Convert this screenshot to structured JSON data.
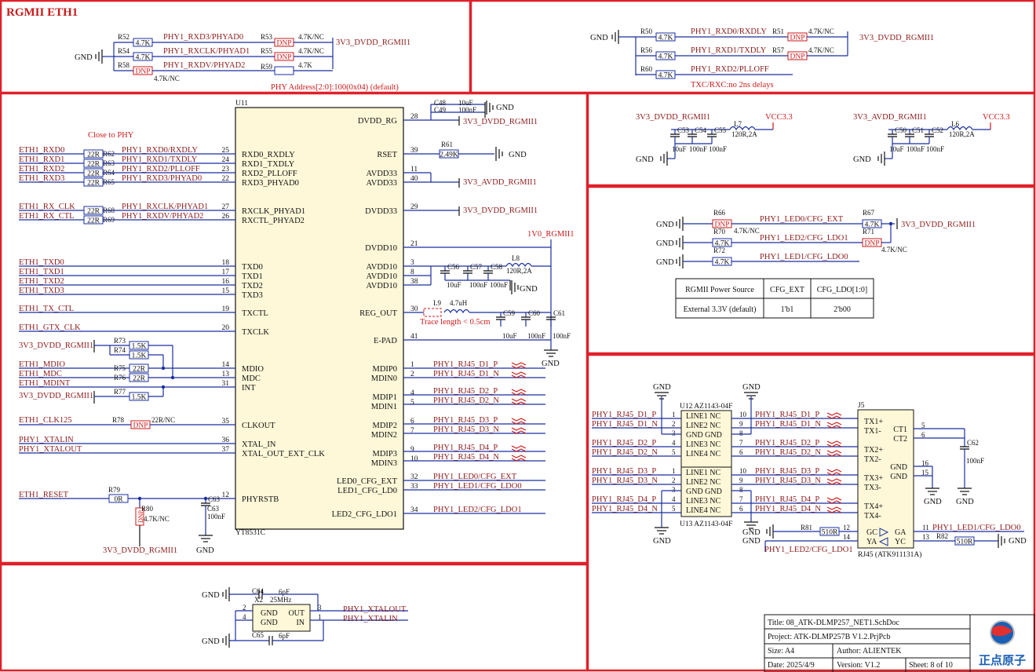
{
  "title": "RGMII ETH1",
  "colors": {
    "frame": "#e0202a",
    "net": "#1a2fa0",
    "label": "#8b1a1a",
    "chip_fill": "#fff8d8",
    "text": "#111111",
    "red": "#cc1a1a"
  },
  "top_left": {
    "resistors": [
      {
        "ref": "R52",
        "val": "4.7K",
        "net": "PHY1_RXD3/PHYAD0",
        "ref2": "R53",
        "val2": "DNP",
        "note2": "4.7K/NC"
      },
      {
        "ref": "R54",
        "val": "4.7K",
        "net": "PHY1_RXCLK/PHYAD1",
        "ref2": "R55",
        "val2": "DNP",
        "note2": "4.7K/NC"
      },
      {
        "ref": "R58",
        "val": "DNP",
        "note": "4.7K/NC",
        "net": "PHY1_RXDV/PHYAD2",
        "ref2": "R59",
        "val2": "",
        "note2": "4.7K"
      }
    ],
    "gnd": "GND",
    "rail": "3V3_DVDD_RGMII1",
    "phy_address": "PHY Address[2:0]:100(0x04) (default)"
  },
  "top_right": {
    "resistors": [
      {
        "ref": "R50",
        "val": "4.7K",
        "net": "PHY1_RXD0/RXDLY",
        "ref2": "R51",
        "val2": "DNP",
        "note2": "4.7K/NC"
      },
      {
        "ref": "R56",
        "val": "4.7K",
        "net": "PHY1_RXD1/TXDLY",
        "ref2": "R57",
        "val2": "DNP",
        "note2": "4.7K/NC"
      },
      {
        "ref": "R60",
        "val": "4.7K",
        "net": "PHY1_RXD2/PLLOFF"
      }
    ],
    "gnd": "GND",
    "rail": "3V3_DVDD_RGMII1",
    "note": "TXC/RXC:no 2ns delays"
  },
  "chip": {
    "ref": "U11",
    "part": "YT8531C",
    "left_pins": [
      {
        "num": "25",
        "name": "RXD0_RXDLY"
      },
      {
        "num": "24",
        "name": "RXD1_TXDLY"
      },
      {
        "num": "23",
        "name": "RXD2_PLLOFF"
      },
      {
        "num": "22",
        "name": "RXD3_PHYAD0"
      },
      {
        "num": "27",
        "name": "RXCLK_PHYAD1"
      },
      {
        "num": "26",
        "name": "RXCTL_PHYAD2"
      },
      {
        "num": "18",
        "name": "TXD0"
      },
      {
        "num": "17",
        "name": "TXD1"
      },
      {
        "num": "16",
        "name": "TXD2"
      },
      {
        "num": "15",
        "name": "TXD3"
      },
      {
        "num": "19",
        "name": "TXCTL"
      },
      {
        "num": "20",
        "name": "TXCLK"
      },
      {
        "num": "14",
        "name": "MDIO"
      },
      {
        "num": "13",
        "name": "MDC"
      },
      {
        "num": "31",
        "name": "INT"
      },
      {
        "num": "35",
        "name": "CLKOUT"
      },
      {
        "num": "36",
        "name": "XTAL_IN"
      },
      {
        "num": "37",
        "name": "XTAL_OUT_EXT_CLK"
      },
      {
        "num": "12",
        "name": "PHYRSTB"
      }
    ],
    "right_pins": [
      {
        "num": "28",
        "name": "DVDD_RG"
      },
      {
        "num": "39",
        "name": "RSET"
      },
      {
        "num": "11",
        "name": "AVDD33"
      },
      {
        "num": "40",
        "name": "AVDD33"
      },
      {
        "num": "29",
        "name": "DVDD33"
      },
      {
        "num": "21",
        "name": "DVDD10"
      },
      {
        "num": "3",
        "name": "AVDD10"
      },
      {
        "num": "8",
        "name": "AVDD10"
      },
      {
        "num": "38",
        "name": "AVDD10"
      },
      {
        "num": "30",
        "name": "REG_OUT"
      },
      {
        "num": "41",
        "name": "E-PAD"
      },
      {
        "num": "1",
        "name": "MDIP0"
      },
      {
        "num": "2",
        "name": "MDIN0"
      },
      {
        "num": "4",
        "name": "MDIP1"
      },
      {
        "num": "5",
        "name": "MDIN1"
      },
      {
        "num": "6",
        "name": "MDIP2"
      },
      {
        "num": "7",
        "name": "MDIN2"
      },
      {
        "num": "9",
        "name": "MDIP3"
      },
      {
        "num": "10",
        "name": "MDIN3"
      },
      {
        "num": "32",
        "name": "LED0_CFG_EXT"
      },
      {
        "num": "33",
        "name": "LED1_CFG_LD0"
      },
      {
        "num": "34",
        "name": "LED2_CFG_LDO1"
      }
    ]
  },
  "left_nets": {
    "close_to_phy": "Close to PHY",
    "rx": [
      {
        "net": "ETH1_RXD0",
        "res": "R62",
        "val": "22R",
        "phy": "PHY1_RXD0/RXDLY"
      },
      {
        "net": "ETH1_RXD1",
        "res": "R63",
        "val": "22R",
        "phy": "PHY1_RXD1/TXDLY"
      },
      {
        "net": "ETH1_RXD2",
        "res": "R64",
        "val": "22R",
        "phy": "PHY1_RXD2/PLLOFF"
      },
      {
        "net": "ETH1_RXD3",
        "res": "R65",
        "val": "22R",
        "phy": "PHY1_RXD3/PHYAD0"
      },
      {
        "net": "ETH1_RX_CLK",
        "res": "R68",
        "val": "22R",
        "phy": "PHY1_RXCLK/PHYAD1"
      },
      {
        "net": "ETH1_RX_CTL",
        "res": "R69",
        "val": "22R",
        "phy": "PHY1_RXDV/PHYAD2"
      }
    ],
    "tx": [
      "ETH1_TXD0",
      "ETH1_TXD1",
      "ETH1_TXD2",
      "ETH1_TXD3",
      "ETH1_TX_CTL",
      "ETH1_GTX_CLK"
    ],
    "mdio": [
      {
        "label": "3V3_DVDD_RGMII1"
      },
      {
        "ref": "R73",
        "val": "1.5K"
      },
      {
        "ref": "R74",
        "val": "1.5K"
      },
      {
        "net": "ETH1_MDIO",
        "ref": "R75",
        "val": "22R"
      },
      {
        "net": "ETH1_MDC",
        "ref": "R76",
        "val": "22R"
      },
      {
        "net": "ETH1_MDINT"
      },
      {
        "label": "3V3_DVDD_RGMII1",
        "ref": "R77",
        "val": "1.5K"
      }
    ],
    "clk125": {
      "net": "ETH1_CLK125",
      "ref": "R78",
      "val": "DNP",
      "note": "22R/NC"
    },
    "xtalin": "PHY1_XTALIN",
    "xtalout": "PHY1_XTALOUT",
    "reset": {
      "net": "ETH1_RESET",
      "ref": "R79",
      "val": "0R",
      "r80": "R80",
      "r80val": "DNP",
      "r80note": "4.7K/NC",
      "c63": "C63",
      "c63val": "100nF",
      "rail": "3V3_DVDD_RGMII1",
      "gnd": "GND"
    }
  },
  "right_side": {
    "c48": "C48",
    "c48val": "10uF",
    "c49": "C49",
    "c49val": "100nF",
    "gnd": "GND",
    "dvdd_rg_rail": "3V3_DVDD_RGMII1",
    "r61": "R61",
    "r61val": "2.49K",
    "avdd33_rail": "3V3_AVDD_RGMII1",
    "dvdd33_rail": "3V3_DVDD_RGMII1",
    "v10_rail": "1V0_RGMII1",
    "l8": "L8",
    "l8val": "120R,2A",
    "c56": "C56",
    "c56val": "10uF",
    "c57": "C57",
    "c57val": "100nF",
    "c58": "C58",
    "c58val": "100nF",
    "l9": "L9",
    "l9val": "4.7uH",
    "trace": "Trace length < 0.5cm",
    "c59": "C59",
    "c59val": "10uF",
    "c60": "C60",
    "c60val": "100nF",
    "c61": "C61",
    "c61val": "100nF",
    "mdi_nets": [
      "PHY1_RJ45_D1_P",
      "PHY1_RJ45_D1_N",
      "PHY1_RJ45_D2_P",
      "PHY1_RJ45_D2_N",
      "PHY1_RJ45_D3_P",
      "PHY1_RJ45_D3_N",
      "PHY1_RJ45_D4_P",
      "PHY1_RJ45_D4_N"
    ],
    "led_nets": [
      "PHY1_LED0/CFG_EXT",
      "PHY1_LED1/CFG_LDO0",
      "PHY1_LED2/CFG_LDO1"
    ]
  },
  "power": {
    "dvdd": {
      "rail": "3V3_DVDD_RGMII1",
      "vcc": "VCC3.3",
      "l7": "L7",
      "l7val": "120R,2A",
      "caps": [
        {
          "ref": "C53",
          "val": "10uF"
        },
        {
          "ref": "C54",
          "val": "100nF"
        },
        {
          "ref": "C55",
          "val": "100nF"
        }
      ],
      "gnd": "GND"
    },
    "avdd": {
      "rail": "3V3_AVDD_RGMII1",
      "vcc": "VCC3.3",
      "l6": "L6",
      "l6val": "120R,2A",
      "caps": [
        {
          "ref": "C50",
          "val": "10uF"
        },
        {
          "ref": "C51",
          "val": "100nF"
        },
        {
          "ref": "C52",
          "val": "100nF"
        }
      ],
      "gnd": "GND"
    }
  },
  "led_cfg": {
    "rows": [
      {
        "gnd": "GND",
        "ref": "R66",
        "val": "DNP",
        "note": "4.7K/NC",
        "net": "PHY1_LED0/CFG_EXT",
        "ref2": "R67",
        "val2": "4.7K"
      },
      {
        "gnd": "GND",
        "ref": "R70",
        "val": "4.7K",
        "net": "PHY1_LED2/CFG_LDO1",
        "ref2": "R71",
        "val2": "DNP",
        "note2": "4.7K/NC"
      },
      {
        "gnd": "GND",
        "ref": "R72",
        "val": "4.7K",
        "net": "PHY1_LED1/CFG_LDO0"
      }
    ],
    "rail": "3V3_DVDD_RGMII1",
    "table": {
      "headers": [
        "RGMII Power Source",
        "CFG_EXT",
        "CFG_LDO[1:0]"
      ],
      "row": [
        "External 3.3V (default)",
        "1'b1",
        "2'b00"
      ]
    }
  },
  "rj45": {
    "u12": "U12 AZ1143-04F",
    "u13": "U13 AZ1143-04F",
    "esd_pins": [
      "LINE1  NC",
      "LINE2  NC",
      "GND GND",
      "LINE3  NC",
      "LINE4  NC"
    ],
    "j5": "J5",
    "j5part": "RJ45 (ATK911131A)",
    "j5pins": [
      "TX1+",
      "TX1-",
      "TX2+",
      "TX2-",
      "TX3+",
      "TX3-",
      "TX4+",
      "TX4-"
    ],
    "ct": [
      "CT1",
      "CT2"
    ],
    "gnds": [
      "GND",
      "GND"
    ],
    "c62": "C62",
    "c62val": "100nF",
    "r81": "R81",
    "r81val": "510R",
    "r82": "R82",
    "r82val": "510R",
    "led_left": "PHY1_LED2/CFG_LDO1",
    "led_right": "PHY1_LED1/CFG_LDO0",
    "gc": "GC",
    "ga": "GA",
    "ya": "YA",
    "yc": "YC",
    "gnd": "GND"
  },
  "crystal": {
    "x2": "X2",
    "freq": "25MHz",
    "c64": "C64",
    "c64val": "6pF",
    "c65": "C65",
    "c65val": "6pF",
    "pins": [
      "GND",
      "OUT",
      "GND",
      "IN"
    ],
    "out_net": "PHY1_XTALOUT",
    "in_net": "PHY1_XTALIN",
    "gnd": "GND"
  },
  "titleblock": {
    "title_label": "Title:",
    "title": "08_ATK-DLMP257_NET1.SchDoc",
    "project_label": "Project:",
    "project": "ATK-DLMP257B V1.2.PrjPcb",
    "size_label": "Size:",
    "size": "A4",
    "author_label": "Author:",
    "author": "ALIENTEK",
    "date_label": "Date:",
    "date": "2025/4/9",
    "version_label": "Version:",
    "version": "V1.2",
    "sheet_label": "Sheet:",
    "sheet": "8",
    "sheet_of": "of",
    "sheet_total": "10",
    "logo": "正点原子"
  }
}
